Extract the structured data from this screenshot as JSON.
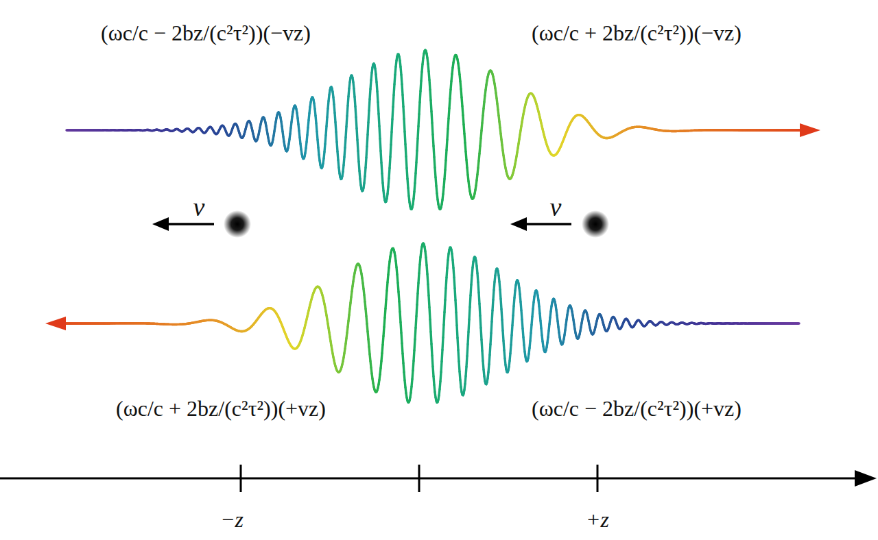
{
  "diagram": {
    "labels": [
      "(ωc/c − 2bz/(c²τ²))(−vz)",
      "(ωc/c + 2bz/(c²τ²))(−vz)",
      "v",
      "v",
      "(ωc/c + 2bz/(c²τ²))(+vz)",
      "(ωc/c − 2bz/(c²τ²))(+vz)",
      "−z",
      "+z"
    ]
  }
}
